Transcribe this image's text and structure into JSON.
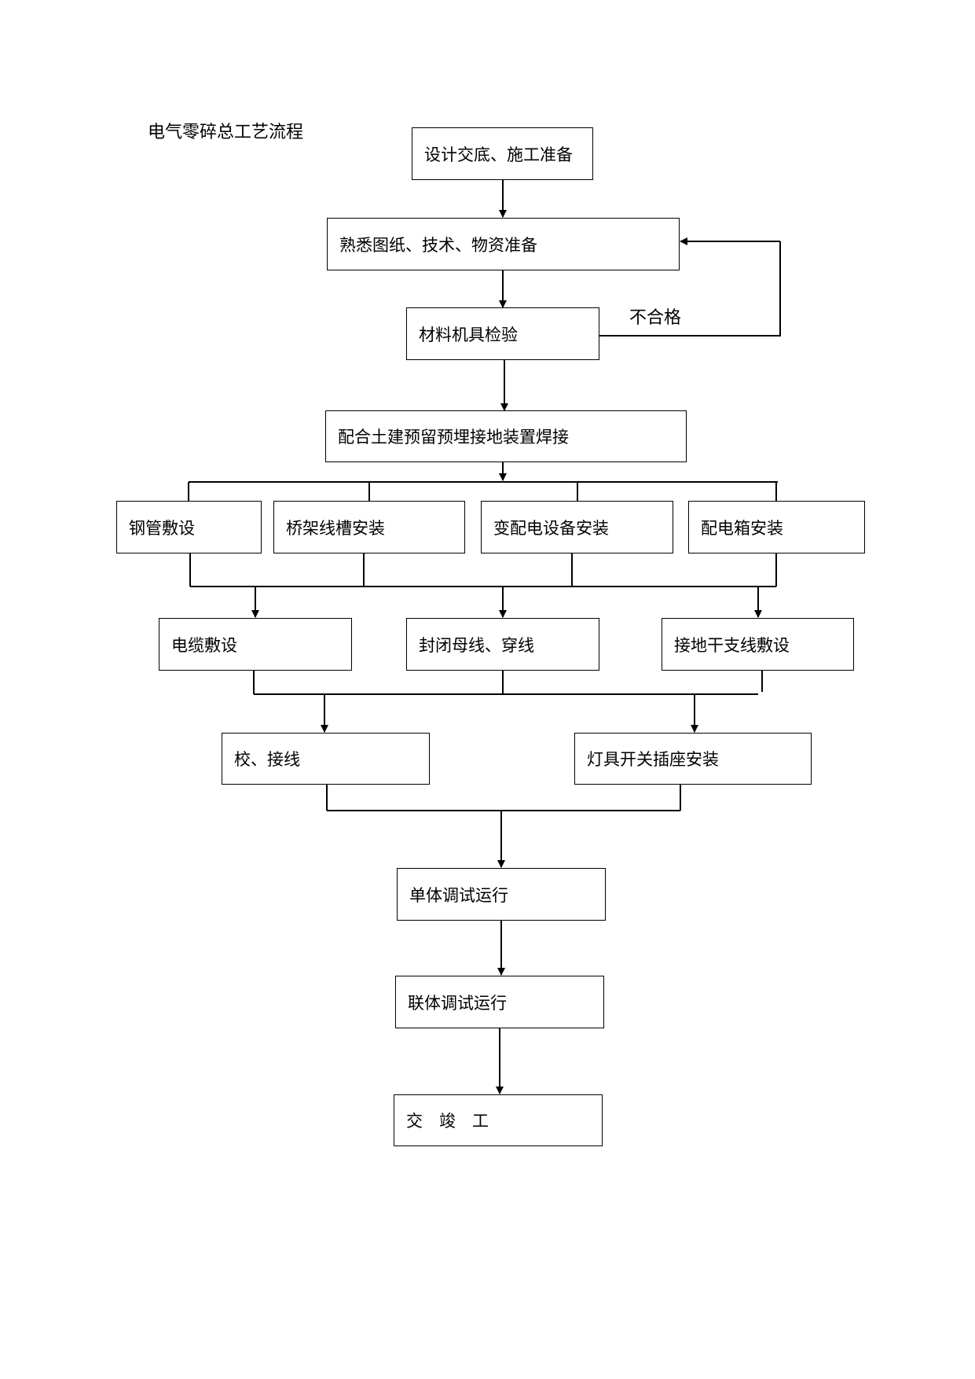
{
  "title": "电气零碎总工艺流程",
  "steps": {
    "design_disclosure": "设计交底、施工准备",
    "familiarize": "熟悉图纸、技术、物资准备",
    "inspection": "材料机具检验",
    "civil_coop": "配合土建预留预埋接地装置焊接",
    "steel_pipe": "钢管敷设",
    "cable_tray": "桥架线槽安装",
    "substation_equip": "变配电设备安装",
    "distribution_box": "配电箱安装",
    "cable_laying": "电缆敷设",
    "busway": "封闭母线、穿线",
    "grounding_lines": "接地干支线敷设",
    "calibrate_wiring": "校、接线",
    "lighting_install": "灯具开关插座安装",
    "unit_test": "单体调试运行",
    "joint_test": "联体调试运行",
    "completion": "交　竣　工"
  },
  "labels": {
    "unqualified": "不合格"
  }
}
